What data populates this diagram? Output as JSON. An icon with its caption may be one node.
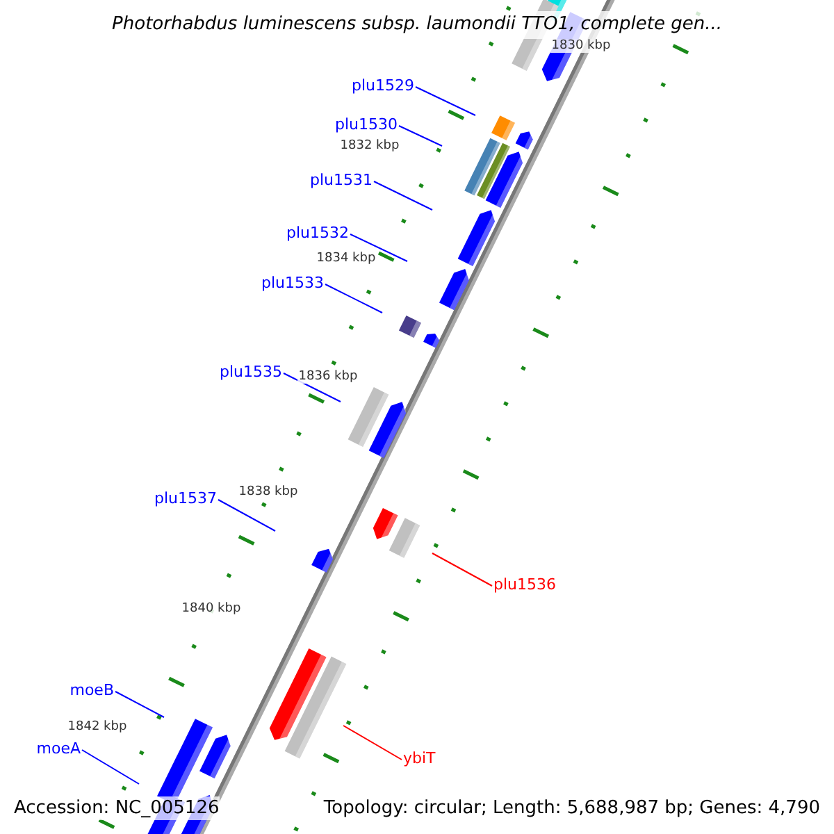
{
  "diagram": {
    "title": "Photorhabdus luminescens subsp. laumondii TTO1, complete gen...",
    "nodes": [
      {
        "text": [
          "plu1529"
        ]
      },
      {
        "text": [
          "plu1530"
        ]
      },
      {
        "text": [
          "plu1531"
        ]
      },
      {
        "text": [
          "plu1532"
        ]
      },
      {
        "text": [
          "plu1533"
        ]
      },
      {
        "text": [
          "plu1535"
        ]
      },
      {
        "text": [
          "plu1537"
        ]
      },
      {
        "text": [
          "plu1536"
        ]
      },
      {
        "text": [
          "ybiT"
        ]
      },
      {
        "text": [
          "moeB"
        ]
      },
      {
        "text": [
          "moeA"
        ]
      }
    ],
    "edges": [
      {
        "from": 0,
        "to": null,
        "arrow": "none"
      },
      {
        "from": 1,
        "to": null,
        "arrow": "none"
      },
      {
        "from": 2,
        "to": null,
        "arrow": "none"
      },
      {
        "from": 3,
        "to": null,
        "arrow": "none"
      },
      {
        "from": 4,
        "to": null,
        "arrow": "none"
      },
      {
        "from": 5,
        "to": null,
        "arrow": "none"
      },
      {
        "from": 6,
        "to": null,
        "arrow": "none"
      },
      {
        "from": 7,
        "to": null,
        "arrow": "none",
        "color": "#ff0000"
      },
      {
        "from": 8,
        "to": null,
        "arrow": "none",
        "color": "#ff0000"
      },
      {
        "from": 9,
        "to": null,
        "arrow": "none"
      },
      {
        "from": 10,
        "to": null,
        "arrow": "none"
      }
    ],
    "labels": [
      "1830 kbp",
      "1832 kbp",
      "1834 kbp",
      "1836 kbp",
      "1838 kbp",
      "1840 kbp",
      "1842 kbp",
      "Accession: NC_005126",
      "Topology: circular; Length: 5,688,987 bp; Genes: 4,790"
    ]
  }
}
